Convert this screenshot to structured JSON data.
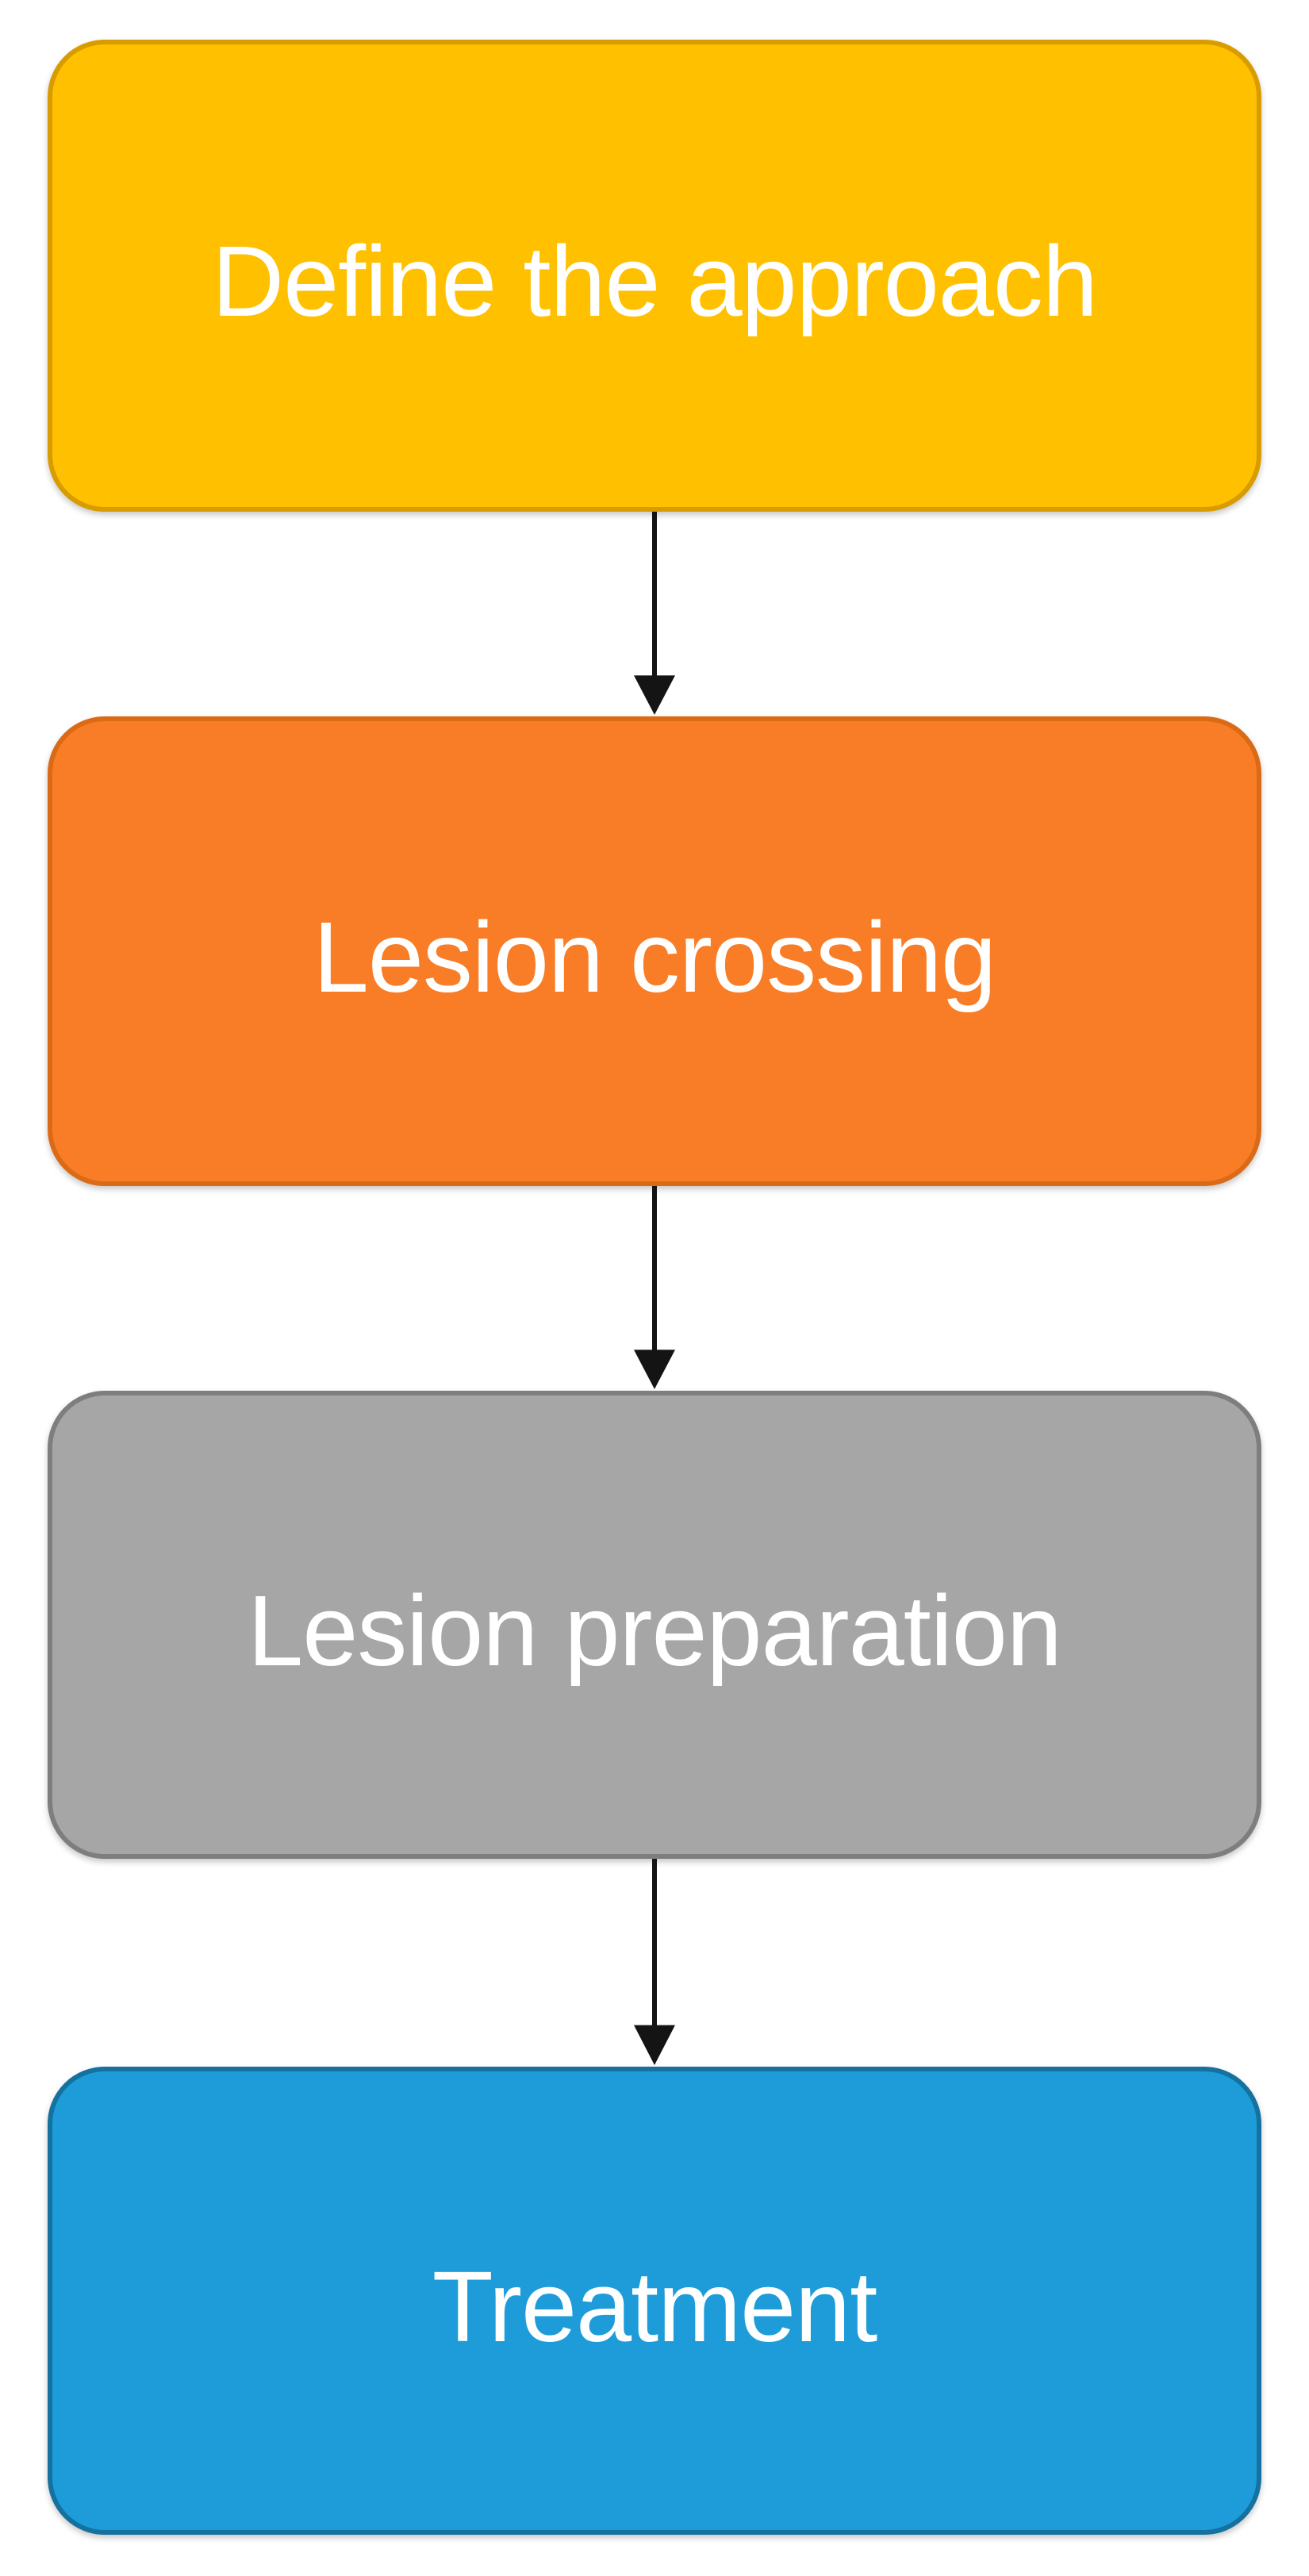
{
  "figure": {
    "background": "#ffffff",
    "arrow_color": "#141414",
    "steps": [
      {
        "label": "Define the approach",
        "fill": "#FFC000",
        "border": "#D89C00",
        "text_color": "#FFFFFF"
      },
      {
        "label": "Lesion crossing",
        "fill": "#F97D26",
        "border": "#DB6A17",
        "text_color": "#FFFFFF"
      },
      {
        "label": "Lesion preparation",
        "fill": "#A6A6A6",
        "border": "#7E7E7E",
        "text_color": "#FFFFFF"
      },
      {
        "label": "Treatment",
        "fill": "#1D9CD9",
        "border": "#15719E",
        "text_color": "#FFFFFF"
      }
    ]
  }
}
